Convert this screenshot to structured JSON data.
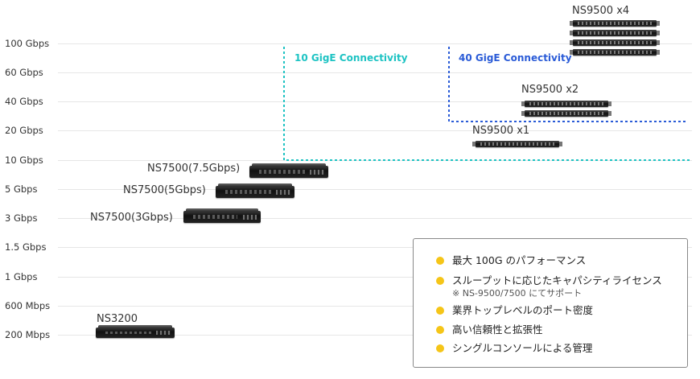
{
  "axis": {
    "ticks": [
      "100 Gbps",
      "60 Gbps",
      "40 Gbps",
      "20 Gbps",
      "10 Gbps",
      "5 Gbps",
      "3 Gbps",
      "1.5 Gbps",
      "1 Gbps",
      "600 Mbps",
      "200 Mbps"
    ]
  },
  "devices": [
    {
      "label": "NS3200",
      "tier": "200 Mbps"
    },
    {
      "label": "NS7500(3Gbps)",
      "tier": "3 Gbps"
    },
    {
      "label": "NS7500(5Gbps)",
      "tier": "5 Gbps"
    },
    {
      "label": "NS7500(7.5Gbps)",
      "tier": "10 Gbps"
    },
    {
      "label": "NS9500 x1",
      "tier": "20 Gbps",
      "units": 1
    },
    {
      "label": "NS9500 x2",
      "tier": "40 Gbps",
      "units": 2
    },
    {
      "label": "NS9500 x4",
      "tier": "100 Gbps",
      "units": 4
    }
  ],
  "zones": [
    {
      "label": "10 GigE Connectivity",
      "color": "#1ec3c3"
    },
    {
      "label": "40 GigE Connectivity",
      "color": "#2a5bd7"
    }
  ],
  "legend": {
    "items": [
      "最大 100G のパフォーマンス",
      "スループットに応じたキャパシティライセンス",
      "業界トップレベルのポート密度",
      "高い信頼性と拡張性",
      "シングルコンソールによる管理"
    ],
    "note": "※ NS-9500/7500 にてサポート",
    "bullet_color": "#f5c518"
  }
}
